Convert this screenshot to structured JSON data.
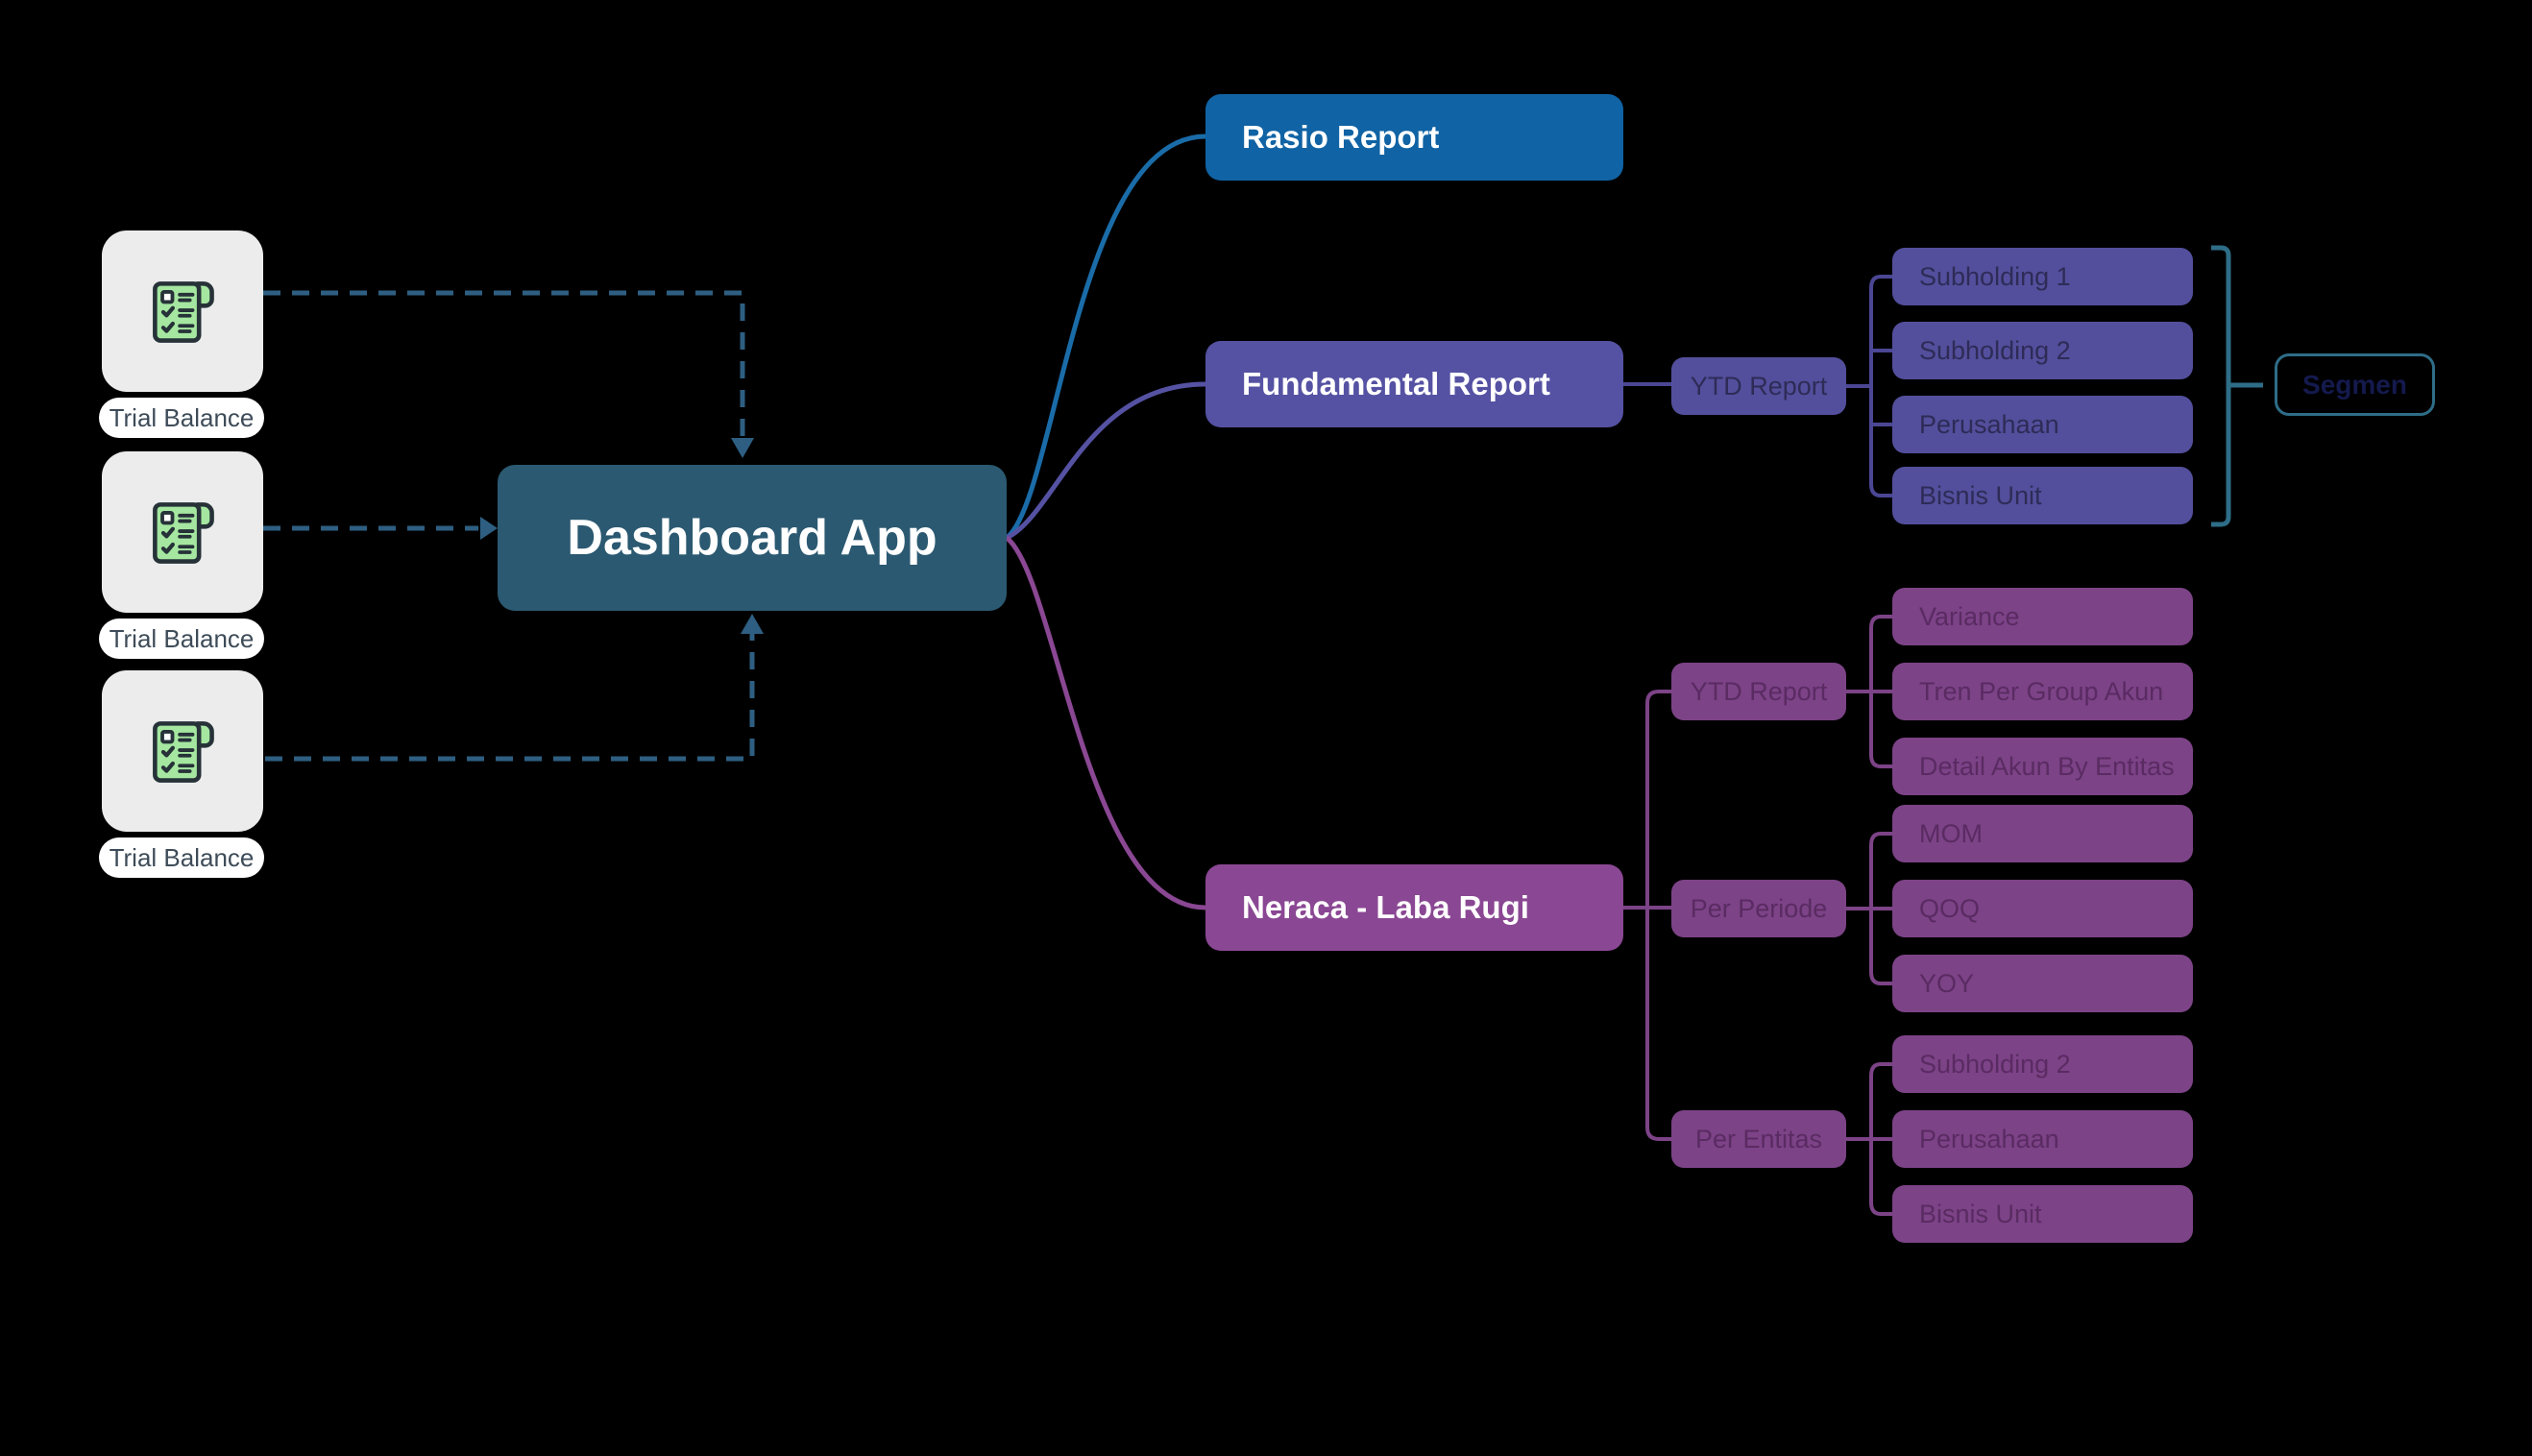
{
  "diagram_title": "Dashboard App mind map",
  "sources": {
    "items": [
      {
        "label": "Trial Balance",
        "icon": "checklist-document-icon"
      },
      {
        "label": "Trial Balance",
        "icon": "checklist-document-icon"
      },
      {
        "label": "Trial Balance",
        "icon": "checklist-document-icon"
      }
    ]
  },
  "root": {
    "label": "Dashboard App"
  },
  "branches": {
    "rasio": {
      "label": "Rasio Report"
    },
    "fundamental": {
      "label": "Fundamental Report",
      "ytd_label": "YTD Report",
      "entities": [
        "Subholding 1",
        "Subholding 2",
        "Perusahaan",
        "Bisnis Unit"
      ],
      "segment_label": "Segmen"
    },
    "neraca": {
      "label": "Neraca - Laba Rugi",
      "groups": [
        {
          "label": "YTD Report",
          "children": [
            "Variance",
            "Tren Per Group Akun",
            "Detail Akun By Entitas"
          ]
        },
        {
          "label": "Per Periode",
          "children": [
            "MOM",
            "QOQ",
            "YOY"
          ]
        },
        {
          "label": "Per Entitas",
          "children": [
            "Subholding 2",
            "Perusahaan",
            "Bisnis Unit"
          ]
        }
      ]
    }
  },
  "colors": {
    "background": "#000000",
    "dashboard_fill": "#2B5971",
    "rasio_fill": "#1063A4",
    "fundamental_fill": "#5552A3",
    "indigo_item_fill": "#534F9C",
    "indigo_line": "#4B4794",
    "indigo_text": "#2E2B57",
    "neraca_fill": "#8A4793",
    "magenta_item_fill": "#7C4387",
    "magenta_line": "#7C4387",
    "magenta_text": "#5A2B62",
    "teal_accent": "#2E6D87",
    "segmen_text": "#141A4E",
    "dashed_arrow": "#2E5F82",
    "blue_line": "#1A6CA8",
    "source_card_fill": "#ECECEC",
    "icon_green": "#A5E7A0",
    "source_label_text": "#3E4C59",
    "node_text_light": "#FFFFFF"
  }
}
